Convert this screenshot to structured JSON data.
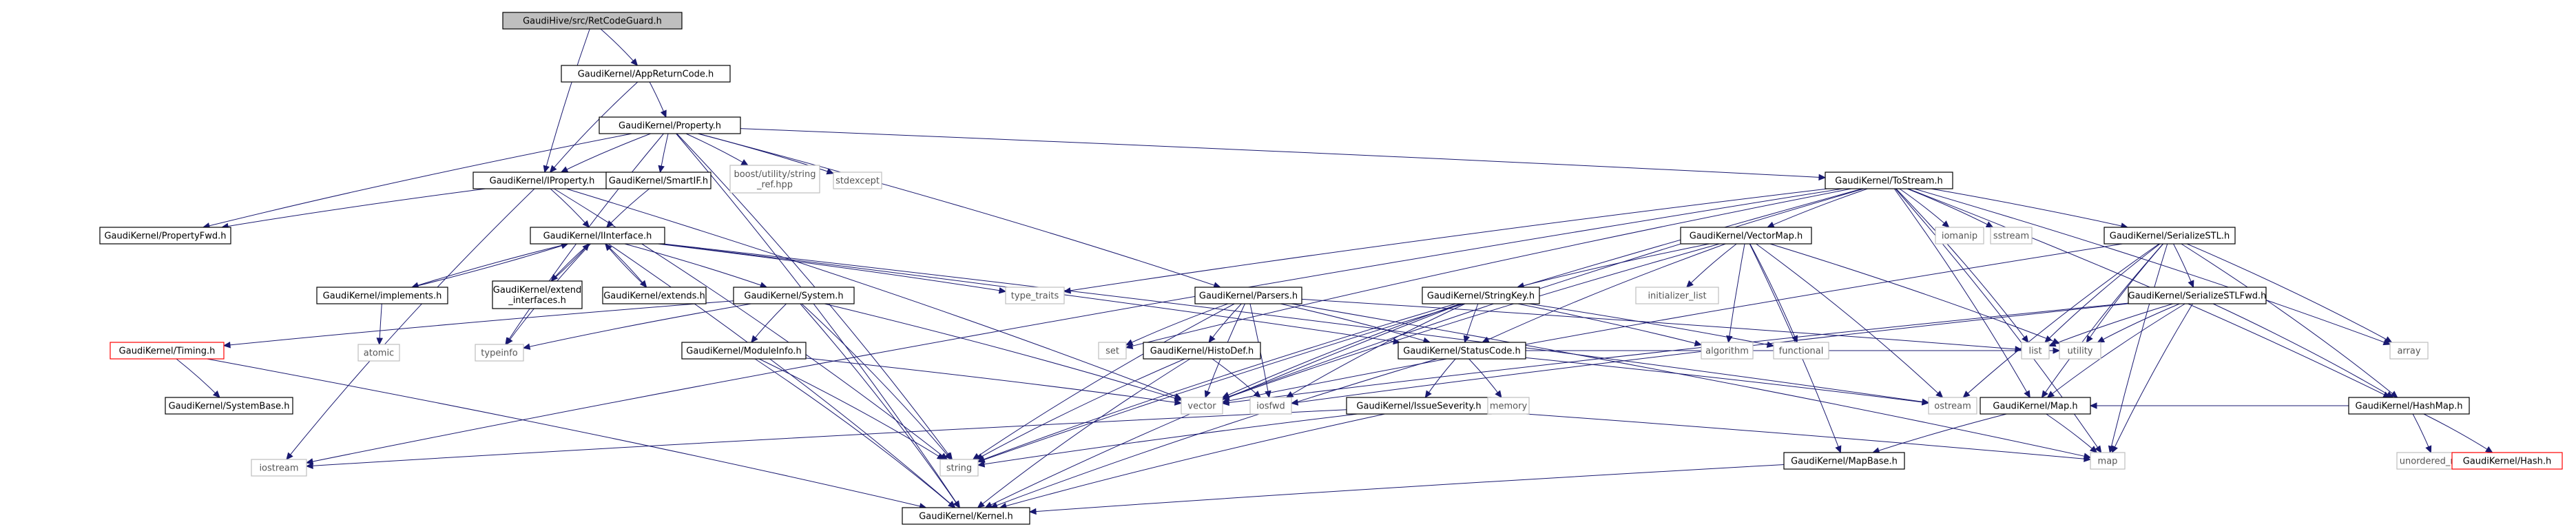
{
  "graph": {
    "nodes": [
      {
        "id": "root",
        "label": "GaudiHive/src/RetCodeGuard.h",
        "kind": "root"
      },
      {
        "id": "approc",
        "label": "GaudiKernel/AppReturnCode.h",
        "kind": "doc"
      },
      {
        "id": "property",
        "label": "GaudiKernel/Property.h",
        "kind": "doc"
      },
      {
        "id": "iproperty",
        "label": "GaudiKernel/IProperty.h",
        "kind": "doc"
      },
      {
        "id": "smartif",
        "label": "GaudiKernel/SmartIF.h",
        "kind": "doc"
      },
      {
        "id": "boost_sref",
        "label": "boost/utility/string\n_ref.hpp",
        "kind": "external"
      },
      {
        "id": "stdexcept",
        "label": "stdexcept",
        "kind": "external"
      },
      {
        "id": "tostream",
        "label": "GaudiKernel/ToStream.h",
        "kind": "doc"
      },
      {
        "id": "propfwd",
        "label": "GaudiKernel/PropertyFwd.h",
        "kind": "doc"
      },
      {
        "id": "iinterface",
        "label": "GaudiKernel/IInterface.h",
        "kind": "doc"
      },
      {
        "id": "implements",
        "label": "GaudiKernel/implements.h",
        "kind": "doc"
      },
      {
        "id": "extend_if",
        "label": "GaudiKernel/extend\n_interfaces.h",
        "kind": "doc"
      },
      {
        "id": "extends",
        "label": "GaudiKernel/extends.h",
        "kind": "doc"
      },
      {
        "id": "system",
        "label": "GaudiKernel/System.h",
        "kind": "doc"
      },
      {
        "id": "timing",
        "label": "GaudiKernel/Timing.h",
        "kind": "truncated"
      },
      {
        "id": "systembase",
        "label": "GaudiKernel/SystemBase.h",
        "kind": "doc"
      },
      {
        "id": "atomic",
        "label": "atomic",
        "kind": "external"
      },
      {
        "id": "typeinfo",
        "label": "typeinfo",
        "kind": "external"
      },
      {
        "id": "moduleinfo",
        "label": "GaudiKernel/ModuleInfo.h",
        "kind": "doc"
      },
      {
        "id": "iostream",
        "label": "iostream",
        "kind": "external"
      },
      {
        "id": "string",
        "label": "string",
        "kind": "external"
      },
      {
        "id": "kernel",
        "label": "GaudiKernel/Kernel.h",
        "kind": "doc"
      },
      {
        "id": "vector",
        "label": "vector",
        "kind": "external"
      },
      {
        "id": "type_traits",
        "label": "type_traits",
        "kind": "external"
      },
      {
        "id": "parsers",
        "label": "GaudiKernel/Parsers.h",
        "kind": "doc"
      },
      {
        "id": "set",
        "label": "set",
        "kind": "external"
      },
      {
        "id": "histodef",
        "label": "GaudiKernel/HistoDef.h",
        "kind": "doc"
      },
      {
        "id": "iosfwd",
        "label": "iosfwd",
        "kind": "external"
      },
      {
        "id": "statuscode",
        "label": "GaudiKernel/StatusCode.h",
        "kind": "doc"
      },
      {
        "id": "issueseverity",
        "label": "GaudiKernel/IssueSeverity.h",
        "kind": "doc"
      },
      {
        "id": "memory",
        "label": "memory",
        "kind": "external"
      },
      {
        "id": "vectormap",
        "label": "GaudiKernel/VectorMap.h",
        "kind": "doc"
      },
      {
        "id": "initlist",
        "label": "initializer_list",
        "kind": "external"
      },
      {
        "id": "stringkey",
        "label": "GaudiKernel/StringKey.h",
        "kind": "doc"
      },
      {
        "id": "algorithm",
        "label": "algorithm",
        "kind": "external"
      },
      {
        "id": "functional",
        "label": "functional",
        "kind": "external"
      },
      {
        "id": "mapbase",
        "label": "GaudiKernel/MapBase.h",
        "kind": "doc"
      },
      {
        "id": "iomanip",
        "label": "iomanip",
        "kind": "external"
      },
      {
        "id": "sstream",
        "label": "sstream",
        "kind": "external"
      },
      {
        "id": "serstl",
        "label": "GaudiKernel/SerializeSTL.h",
        "kind": "doc"
      },
      {
        "id": "serstlfwd",
        "label": "GaudiKernel/SerializeSTLFwd.h",
        "kind": "doc"
      },
      {
        "id": "list",
        "label": "list",
        "kind": "external"
      },
      {
        "id": "utility",
        "label": "utility",
        "kind": "external"
      },
      {
        "id": "ostream",
        "label": "ostream",
        "kind": "external"
      },
      {
        "id": "map_h",
        "label": "GaudiKernel/Map.h",
        "kind": "doc"
      },
      {
        "id": "map",
        "label": "map",
        "kind": "external"
      },
      {
        "id": "array",
        "label": "array",
        "kind": "external"
      },
      {
        "id": "hashmap",
        "label": "GaudiKernel/HashMap.h",
        "kind": "doc"
      },
      {
        "id": "unordered_map",
        "label": "unordered_map",
        "kind": "external"
      },
      {
        "id": "hash",
        "label": "GaudiKernel/Hash.h",
        "kind": "truncated"
      }
    ],
    "edges": [
      [
        "root",
        "approc"
      ],
      [
        "root",
        "iproperty"
      ],
      [
        "approc",
        "property"
      ],
      [
        "approc",
        "iproperty"
      ],
      [
        "property",
        "iproperty"
      ],
      [
        "property",
        "smartif"
      ],
      [
        "property",
        "boost_sref"
      ],
      [
        "property",
        "stdexcept"
      ],
      [
        "property",
        "tostream"
      ],
      [
        "property",
        "propfwd"
      ],
      [
        "property",
        "kernel"
      ],
      [
        "property",
        "parsers"
      ],
      [
        "property",
        "string"
      ],
      [
        "property",
        "typeinfo"
      ],
      [
        "iproperty",
        "propfwd"
      ],
      [
        "iproperty",
        "iinterface"
      ],
      [
        "iproperty",
        "iostream"
      ],
      [
        "iproperty",
        "string"
      ],
      [
        "iproperty",
        "vector"
      ],
      [
        "smartif",
        "iinterface"
      ],
      [
        "iinterface",
        "implements"
      ],
      [
        "iinterface",
        "extend_if"
      ],
      [
        "iinterface",
        "extends"
      ],
      [
        "iinterface",
        "system"
      ],
      [
        "iinterface",
        "kernel"
      ],
      [
        "iinterface",
        "statuscode"
      ],
      [
        "iinterface",
        "typeinfo"
      ],
      [
        "iinterface",
        "ostream"
      ],
      [
        "iinterface",
        "type_traits"
      ],
      [
        "implements",
        "iinterface"
      ],
      [
        "implements",
        "atomic"
      ],
      [
        "extend_if",
        "iinterface"
      ],
      [
        "extends",
        "iinterface"
      ],
      [
        "system",
        "kernel"
      ],
      [
        "system",
        "timing"
      ],
      [
        "system",
        "moduleinfo"
      ],
      [
        "system",
        "string"
      ],
      [
        "system",
        "vector"
      ],
      [
        "system",
        "typeinfo"
      ],
      [
        "timing",
        "kernel"
      ],
      [
        "timing",
        "systembase"
      ],
      [
        "moduleinfo",
        "kernel"
      ],
      [
        "moduleinfo",
        "string"
      ],
      [
        "moduleinfo",
        "vector"
      ],
      [
        "tostream",
        "iomanip"
      ],
      [
        "tostream",
        "sstream"
      ],
      [
        "tostream",
        "serstl"
      ],
      [
        "tostream",
        "vectormap"
      ],
      [
        "tostream",
        "list"
      ],
      [
        "tostream",
        "map_h"
      ],
      [
        "tostream",
        "hashmap"
      ],
      [
        "tostream",
        "array"
      ],
      [
        "tostream",
        "map"
      ],
      [
        "tostream",
        "set"
      ],
      [
        "tostream",
        "string"
      ],
      [
        "tostream",
        "vector"
      ],
      [
        "tostream",
        "type_traits"
      ],
      [
        "tostream",
        "iostream"
      ],
      [
        "parsers",
        "histodef"
      ],
      [
        "parsers",
        "statuscode"
      ],
      [
        "parsers",
        "vector"
      ],
      [
        "parsers",
        "set"
      ],
      [
        "parsers",
        "string"
      ],
      [
        "parsers",
        "list"
      ],
      [
        "parsers",
        "map"
      ],
      [
        "parsers",
        "iosfwd"
      ],
      [
        "histodef",
        "kernel"
      ],
      [
        "histodef",
        "string"
      ],
      [
        "histodef",
        "iosfwd"
      ],
      [
        "statuscode",
        "issueseverity"
      ],
      [
        "statuscode",
        "kernel"
      ],
      [
        "statuscode",
        "ostream"
      ],
      [
        "statuscode",
        "memory"
      ],
      [
        "statuscode",
        "utility"
      ],
      [
        "issueseverity",
        "kernel"
      ],
      [
        "issueseverity",
        "iostream"
      ],
      [
        "issueseverity",
        "string"
      ],
      [
        "issueseverity",
        "map"
      ],
      [
        "vectormap",
        "stringkey"
      ],
      [
        "vectormap",
        "initlist"
      ],
      [
        "vectormap",
        "algorithm"
      ],
      [
        "vectormap",
        "functional"
      ],
      [
        "vectormap",
        "mapbase"
      ],
      [
        "vectormap",
        "statuscode"
      ],
      [
        "vectormap",
        "ostream"
      ],
      [
        "vectormap",
        "utility"
      ],
      [
        "vectormap",
        "vector"
      ],
      [
        "stringkey",
        "algorithm"
      ],
      [
        "stringkey",
        "functional"
      ],
      [
        "stringkey",
        "statuscode"
      ],
      [
        "stringkey",
        "string"
      ],
      [
        "stringkey",
        "vector"
      ],
      [
        "stringkey",
        "iosfwd"
      ],
      [
        "stringkey",
        "kernel"
      ],
      [
        "mapbase",
        "kernel"
      ],
      [
        "serstl",
        "serstlfwd"
      ],
      [
        "serstl",
        "list"
      ],
      [
        "serstl",
        "utility"
      ],
      [
        "serstl",
        "hashmap"
      ],
      [
        "serstl",
        "array"
      ],
      [
        "serstl",
        "map_h"
      ],
      [
        "serstl",
        "map"
      ],
      [
        "serstl",
        "ostream"
      ],
      [
        "serstl",
        "vector"
      ],
      [
        "serstlfwd",
        "hashmap"
      ],
      [
        "serstlfwd",
        "map_h"
      ],
      [
        "serstlfwd",
        "list"
      ],
      [
        "serstlfwd",
        "utility"
      ],
      [
        "serstlfwd",
        "map"
      ],
      [
        "serstlfwd",
        "vector"
      ],
      [
        "serstlfwd",
        "iosfwd"
      ],
      [
        "map_h",
        "mapbase"
      ],
      [
        "map_h",
        "map"
      ],
      [
        "hashmap",
        "map_h"
      ],
      [
        "hashmap",
        "unordered_map"
      ],
      [
        "hashmap",
        "hash"
      ]
    ]
  },
  "colors": {
    "root_fill": "#bfbfbf",
    "root_border": "#000000",
    "doc_border": "#000000",
    "external_border": "#bfbfbf",
    "truncated_border": "#ff0000",
    "edge": "#191970",
    "text": "#000000",
    "external_text": "#555555"
  }
}
